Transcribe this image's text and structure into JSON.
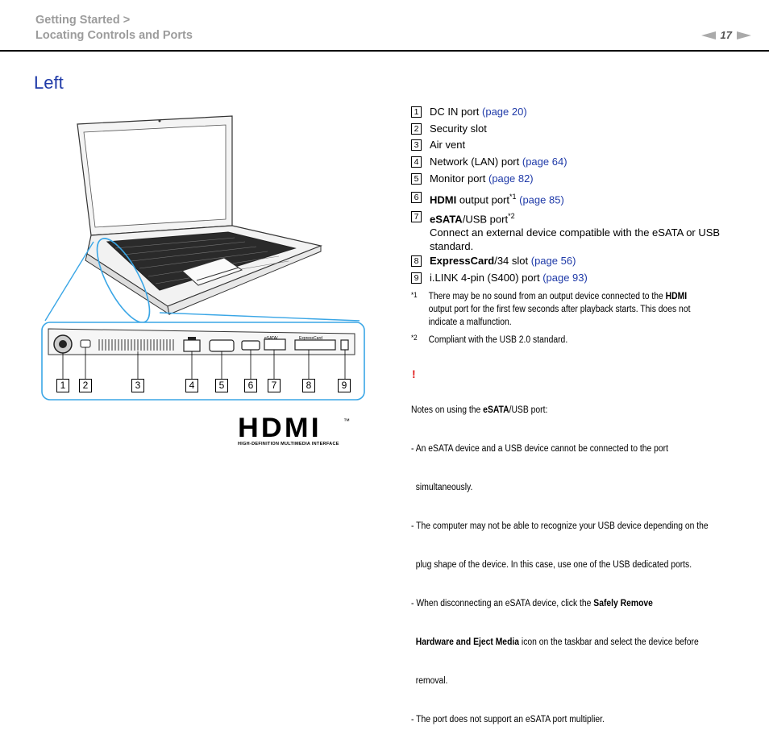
{
  "header": {
    "breadcrumb_line1": "Getting Started >",
    "breadcrumb_line2": "Locating Controls and Ports",
    "page_number": "17"
  },
  "section_title": "Left",
  "items": [
    {
      "num": "1",
      "pre": "",
      "rest": "DC IN port ",
      "link": "(page 20)"
    },
    {
      "num": "2",
      "pre": "",
      "rest": "Security slot",
      "link": ""
    },
    {
      "num": "3",
      "pre": "",
      "rest": "Air vent",
      "link": ""
    },
    {
      "num": "4",
      "pre": "",
      "rest": "Network (LAN) port ",
      "link": "(page 64)"
    },
    {
      "num": "5",
      "pre": "",
      "rest": "Monitor port ",
      "link": "(page 82)"
    },
    {
      "num": "6",
      "pre": "HDMI",
      "rest": " output port",
      "sup": "*1",
      "link": " (page 85)"
    },
    {
      "num": "7",
      "pre": "eSATA",
      "rest": "/USB port",
      "sup": "*2",
      "link": "",
      "desc": "Connect an external device compatible with the eSATA or USB standard."
    },
    {
      "num": "8",
      "pre": "ExpressCard",
      "rest": "/34 slot ",
      "link": "(page 56)"
    },
    {
      "num": "9",
      "pre": "",
      "rest": "i.LINK 4-pin (S400) port ",
      "link": "(page 93)"
    }
  ],
  "footnotes": [
    {
      "mark": "*1",
      "l1_pre": "There may be no sound from an output device connected to the ",
      "l1_bold": "HDMI",
      "l2": "output port for the first few seconds after playback starts. This does not",
      "l3": "indicate a malfunction."
    },
    {
      "mark": "*2",
      "text": "Compliant with the USB 2.0 standard."
    }
  ],
  "notes": {
    "icon": "!",
    "title_pre": "Notes on using the ",
    "title_bold": "eSATA",
    "title_post": "/USB port:",
    "bullets": [
      [
        "- An eSATA device and a USB device cannot be connected to the port",
        "  simultaneously."
      ],
      [
        "- The computer may not be able to recognize your USB device depending on the",
        "  plug shape of the device. In this case, use one of the USB dedicated ports."
      ],
      [
        "- When disconnecting an eSATA device, click the "
      ],
      [
        "- The port does not support an eSATA port multiplier."
      ]
    ],
    "bold_a": "Safely Remove",
    "bold_b": "Hardware and Eject Media",
    "tail_b": " icon on the taskbar and select the device before",
    "tail_c": "  removal."
  },
  "hdmi_logo": {
    "word": "HDMI",
    "tm": "™",
    "tagline": "HIGH-DEFINITION MULTIMEDIA INTERFACE"
  },
  "port_labels": {
    "esata": "eSATA/",
    "express": "ExpressCard"
  },
  "callouts": [
    "1",
    "2",
    "3",
    "4",
    "5",
    "6",
    "7",
    "8",
    "9"
  ],
  "colors": {
    "link": "#1f3aa8",
    "header_gray": "#9c9c9c",
    "highlight": "#3aa6e6",
    "warning": "#e02020"
  }
}
